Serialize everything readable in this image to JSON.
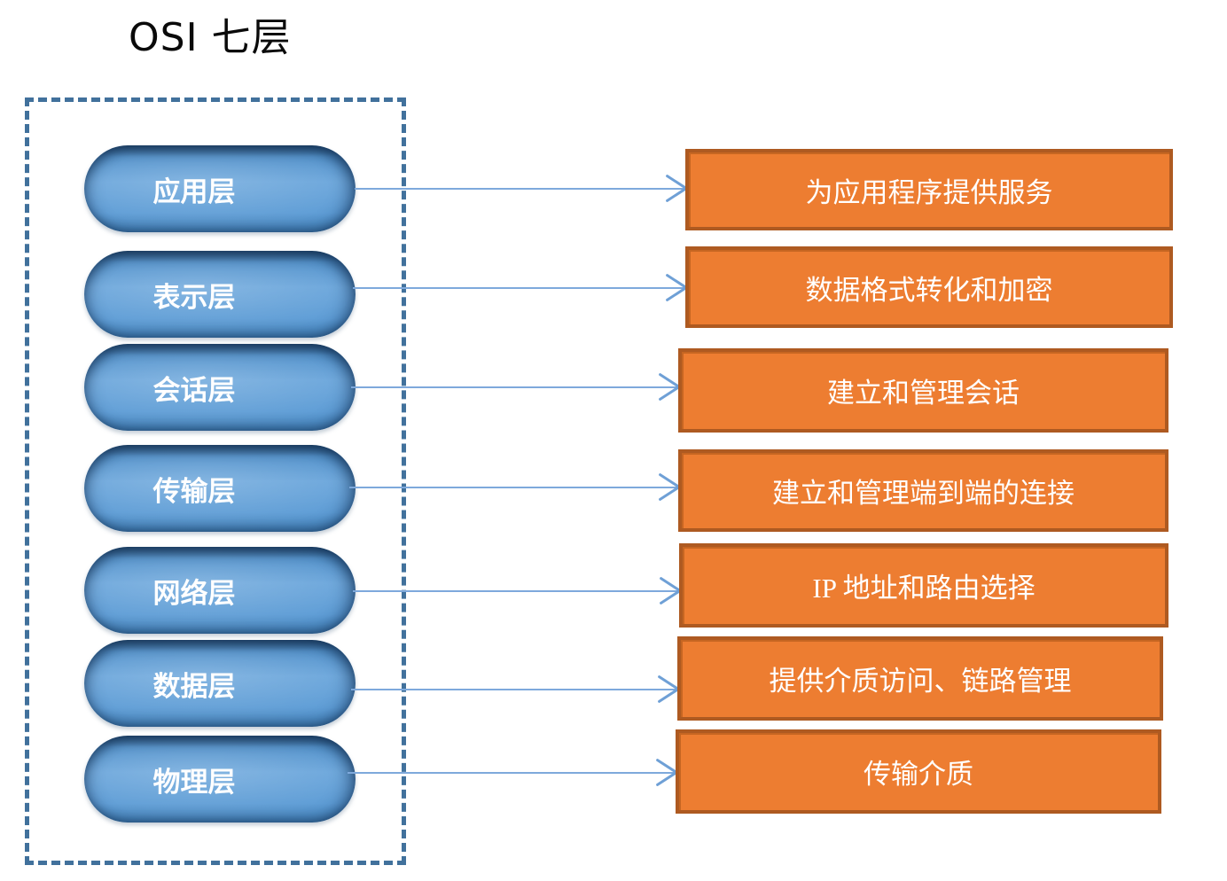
{
  "title": "OSI 七层",
  "layers": [
    {
      "name": "应用层",
      "description": "为应用程序提供服务"
    },
    {
      "name": "表示层",
      "description": "数据格式转化和加密"
    },
    {
      "name": "会话层",
      "description": "建立和管理会话"
    },
    {
      "name": "传输层",
      "description": "建立和管理端到端的连接"
    },
    {
      "name": "网络层",
      "description": "IP 地址和路由选择"
    },
    {
      "name": "数据层",
      "description": "提供介质访问、链路管理"
    },
    {
      "name": "物理层",
      "description": "传输介质"
    }
  ],
  "colors": {
    "layer_fill": "#5B9BD5",
    "description_fill": "#ED7D31",
    "description_border": "#AE5A21",
    "arrow": "#7EA9DC",
    "frame_border": "#41719C",
    "title_text": "#0A0A0A",
    "shape_text": "#FFFFFF"
  }
}
